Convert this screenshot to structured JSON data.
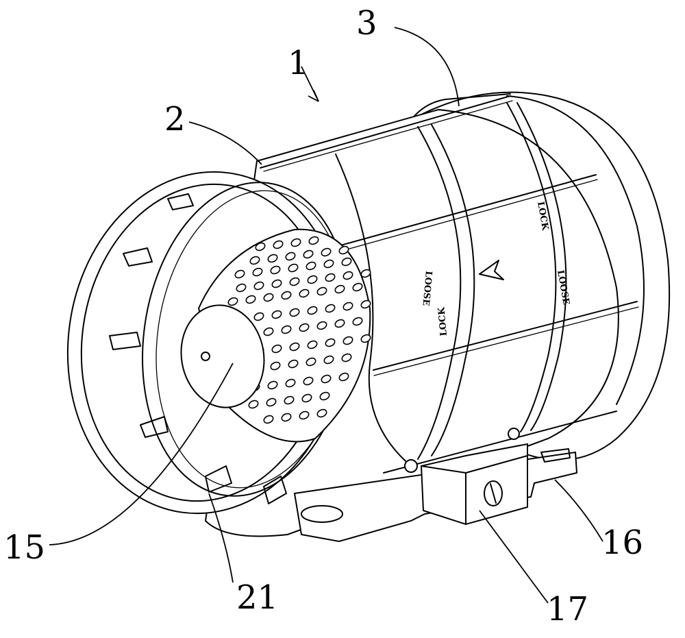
{
  "labels": {
    "l1": "1",
    "l2": "2",
    "l3": "3",
    "l15": "15",
    "l16": "16",
    "l17": "17",
    "l21": "21"
  },
  "markings": {
    "lock": "LOCK",
    "loose": "LOOSE"
  }
}
